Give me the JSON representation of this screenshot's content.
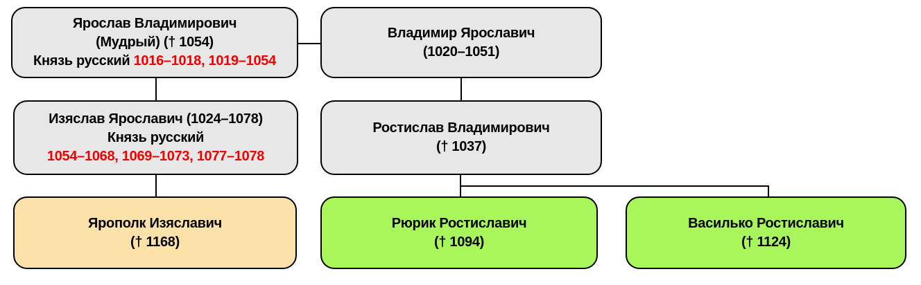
{
  "diagram": {
    "type": "family-tree",
    "language": "Russian",
    "colors": {
      "box_gray": "#e7e7e7",
      "box_orange": "#fce2a9",
      "box_green": "#a8f65c",
      "border": "#000000",
      "reign_red": "#f10000",
      "background": "#ffffff"
    },
    "nodes": [
      {
        "id": "yaroslav-mudry",
        "fill": "gray",
        "line1": "Ярослав Владимирович",
        "line2": "(Мудрый) († 1054)",
        "line3_label": "Князь русский",
        "line3_years": "1016–1018, 1019–1054"
      },
      {
        "id": "vladimir-yaroslavich",
        "fill": "gray",
        "line1": "Владимир Ярославич",
        "line2": "(1020–1051)"
      },
      {
        "id": "izyaslav-yaroslavich",
        "fill": "gray",
        "line1": "Изяслав Ярославич (1024–1078)",
        "line2": "Князь русский",
        "line3_years": "1054–1068, 1069–1073, 1077–1078"
      },
      {
        "id": "rostislav-vladimirovich",
        "fill": "gray",
        "line1": "Ростислав Владимирович",
        "line2": "(† 1037)"
      },
      {
        "id": "yaropolk-izyaslavich",
        "fill": "orange",
        "line1": "Ярополк Изяславич",
        "line2": "(† 1168)"
      },
      {
        "id": "ryurik-rostislavich",
        "fill": "green",
        "line1": "Рюрик Ростиславич",
        "line2": "(† 1094)"
      },
      {
        "id": "vasilko-rostislavich",
        "fill": "green",
        "line1": "Василько Ростиславич",
        "line2": "(† 1124)"
      }
    ],
    "edges": [
      {
        "from": "yaroslav-mudry",
        "to": "vladimir-yaroslavich",
        "type": "horizontal-link"
      },
      {
        "from": "yaroslav-mudry",
        "to": "izyaslav-yaroslavich",
        "type": "vertical-link"
      },
      {
        "from": "vladimir-yaroslavich",
        "to": "rostislav-vladimirovich",
        "type": "vertical-link"
      },
      {
        "from": "izyaslav-yaroslavich",
        "to": "yaropolk-izyaslavich",
        "type": "vertical-link"
      },
      {
        "from": "rostislav-vladimirovich",
        "to": "ryurik-rostislavich",
        "type": "vertical-link"
      },
      {
        "from": "rostislav-vladimirovich",
        "to": "vasilko-rostislavich",
        "type": "elbow-link"
      }
    ]
  }
}
